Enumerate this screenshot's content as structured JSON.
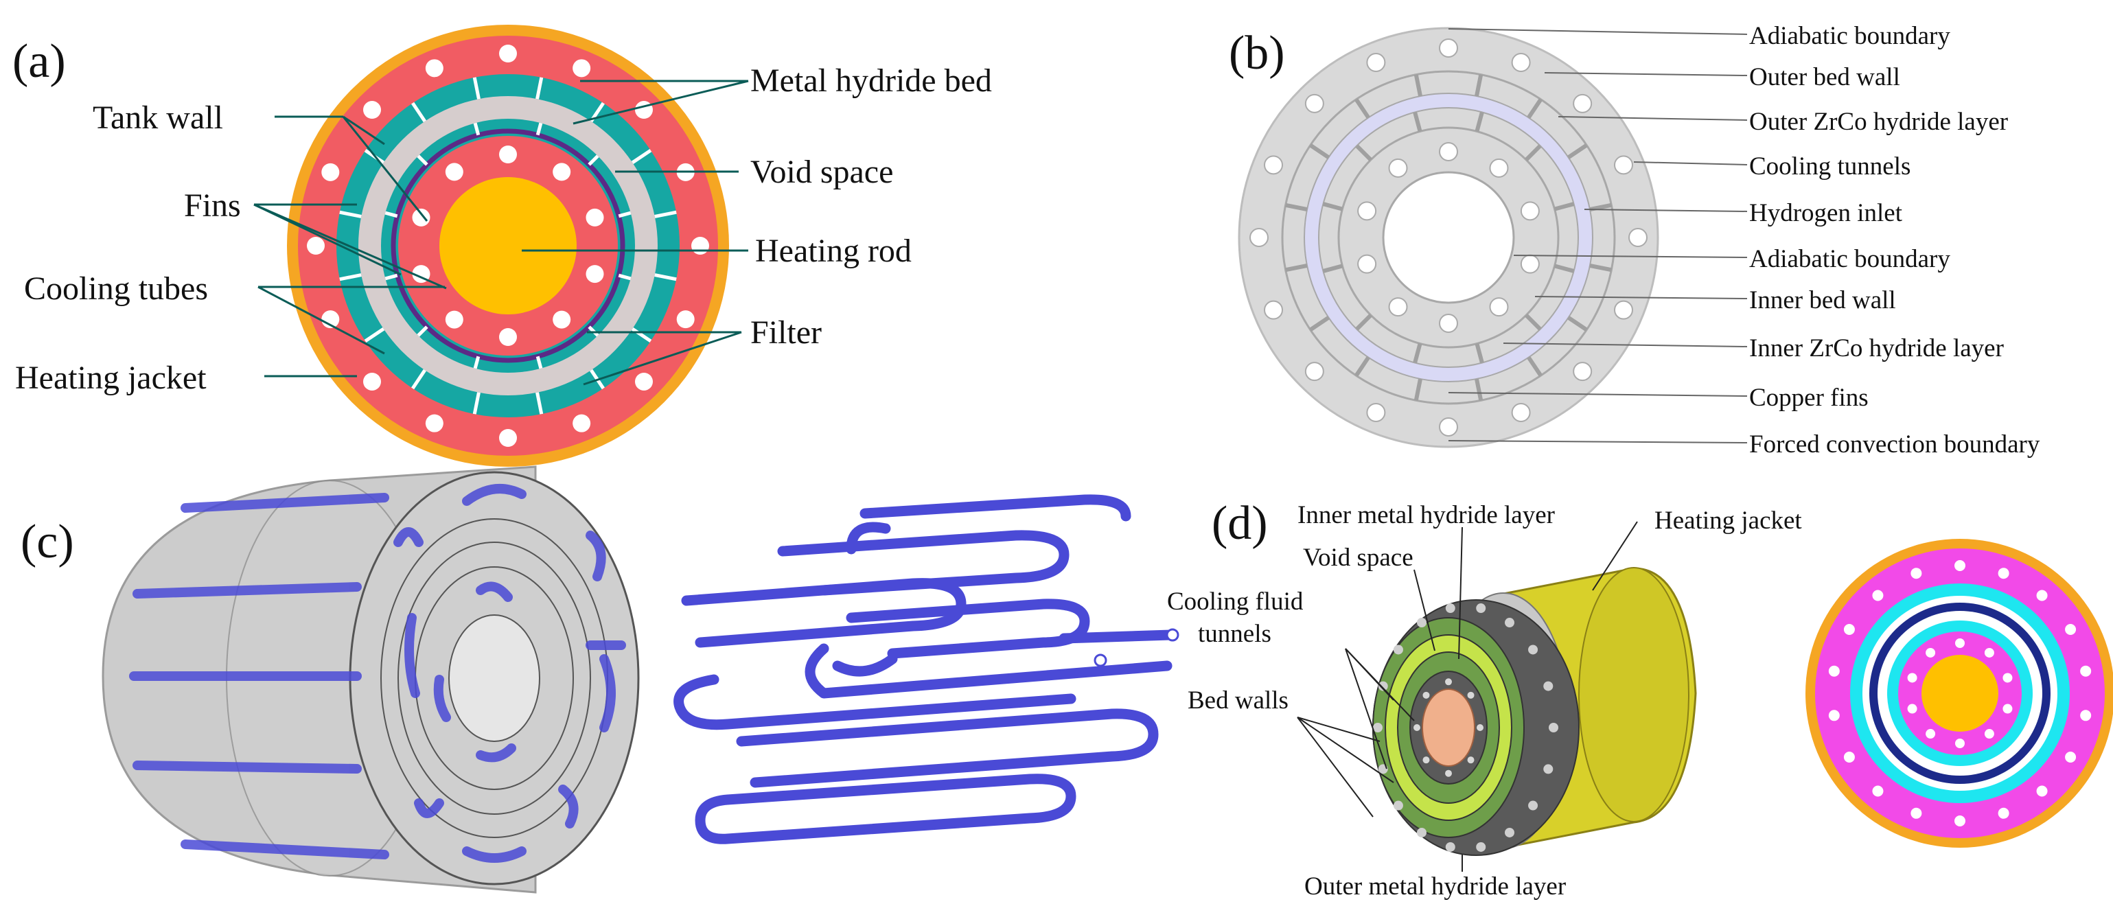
{
  "panels": {
    "a": {
      "tag": "(a)",
      "labels": {
        "tank_wall": "Tank wall",
        "fins": "Fins",
        "cooling_tubes": "Cooling tubes",
        "heating_jacket": "Heating jacket",
        "metal_hydride_bed": "Metal hydride bed",
        "void_space": "Void space",
        "heating_rod": "Heating rod",
        "filter": "Filter"
      }
    },
    "b": {
      "tag": "(b)",
      "labels": {
        "adiabatic_boundary_outer": "Adiabatic boundary",
        "outer_bed_wall": "Outer bed wall",
        "outer_zrco_layer": "Outer ZrCo hydride layer",
        "cooling_tunnels": "Cooling tunnels",
        "hydrogen_inlet": "Hydrogen inlet",
        "adiabatic_boundary_inner": "Adiabatic boundary",
        "inner_bed_wall": "Inner bed wall",
        "inner_zrco_layer": "Inner ZrCo hydride layer",
        "copper_fins": "Copper fins",
        "forced_convection": "Forced convection boundary"
      }
    },
    "c": {
      "tag": "(c)"
    },
    "d": {
      "tag": "(d)",
      "labels": {
        "inner_mh_layer": "Inner metal hydride layer",
        "heating_jacket": "Heating jacket",
        "void_space": "Void space",
        "cooling_fluid_1": "Cooling fluid",
        "cooling_fluid_2": "tunnels",
        "bed_walls": "Bed walls",
        "outer_mh_layer": "Outer metal hydride layer"
      }
    }
  },
  "colors": {
    "jacket": "#f5a623",
    "tank_red": "#f15c63",
    "bed_teal": "#16a7a3",
    "void_gray": "#d6cdcd",
    "filter_purple": "#5b2a86",
    "rod": "#ffc000",
    "tube_blue": "#4a4ad6",
    "yellow_cyl": "#d8d02a",
    "magenta": "#f24ae8",
    "cyan": "#1ee6f0",
    "navy": "#1c2a8a"
  }
}
